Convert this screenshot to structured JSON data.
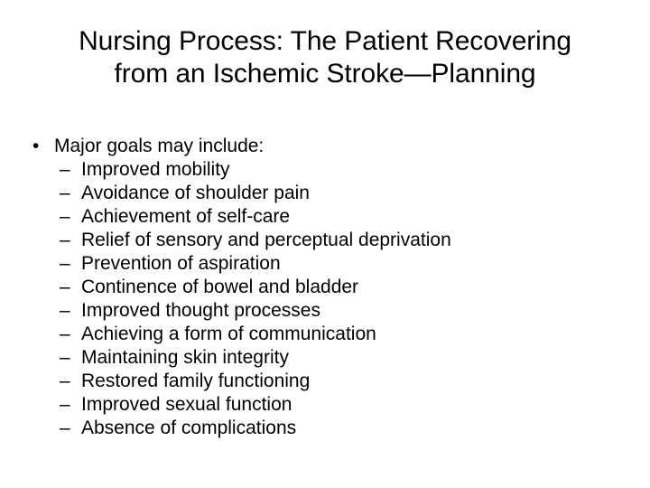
{
  "slide": {
    "background_color": "#ffffff",
    "text_color": "#000000",
    "title": {
      "full_text": "Nursing Process: The Patient Recovering from an Ischemic Stroke—Planning",
      "lines": [
        "Nursing Process: The Patient Recovering",
        "from an Ischemic Stroke—Planning"
      ]
    },
    "body": {
      "level1": {
        "marker": "•",
        "text": "Major goals may include:"
      },
      "level2_marker": "–",
      "items": [
        {
          "text": "Improved mobility"
        },
        {
          "text": "Avoidance of shoulder pain"
        },
        {
          "text": "Achievement of self-care"
        },
        {
          "text": "Relief of sensory and perceptual deprivation"
        },
        {
          "text": "Prevention of aspiration"
        },
        {
          "text": "Continence of bowel and bladder"
        },
        {
          "text": "Improved thought processes"
        },
        {
          "text": "Achieving a form of communication"
        },
        {
          "text": "Maintaining skin integrity"
        },
        {
          "text": "Restored family functioning"
        },
        {
          "text": "Improved sexual function"
        },
        {
          "text": "Absence of complications"
        }
      ]
    }
  }
}
